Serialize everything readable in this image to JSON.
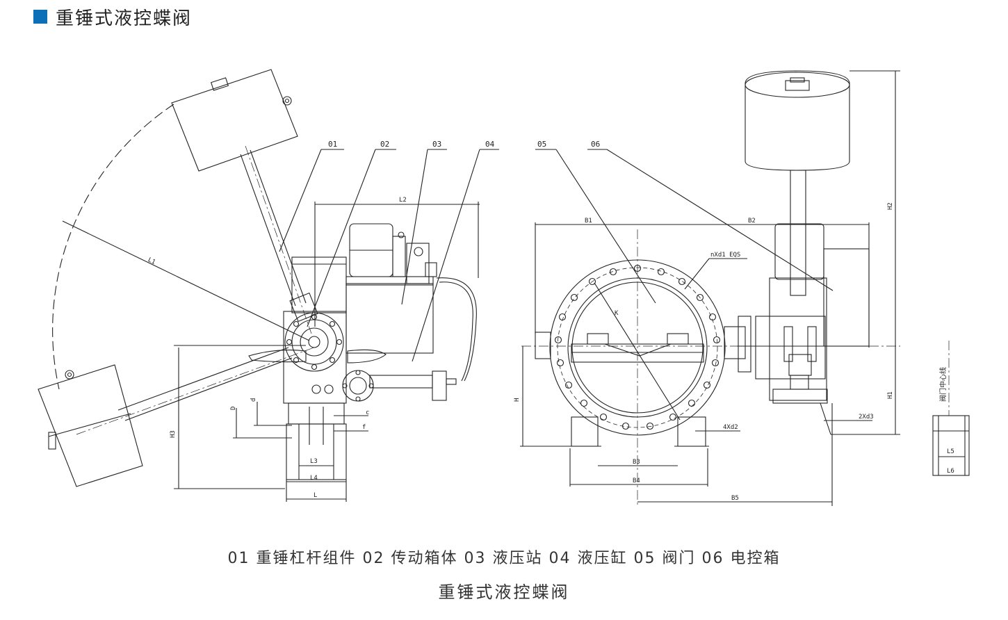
{
  "header": {
    "title": "重锤式液控蝶阀"
  },
  "callouts": [
    "01",
    "02",
    "03",
    "04",
    "05",
    "06"
  ],
  "dims": {
    "L1": "L1",
    "L2": "L2",
    "L3": "L3",
    "L4": "L4",
    "L": "L",
    "H3": "H3",
    "D": "D",
    "d": "d",
    "c": "c",
    "f": "f",
    "B1": "B1",
    "B2": "B2",
    "B3": "B3",
    "B4": "B4",
    "B5": "B5",
    "H": "H",
    "H1": "H1",
    "H2": "H2",
    "K": "K",
    "nxd1": "nXd1 EQS",
    "fourxd2": "4Xd2",
    "twoxd3": "2Xd3",
    "L5": "L5",
    "L6": "L6",
    "centerline": "阀门中心线"
  },
  "legend": "01 重锤杠杆组件 02 传动箱体 03 液压站 04 液压缸 05 阀门 06 电控箱",
  "caption": "重锤式液控蝶阀",
  "colors": {
    "accent": "#0d6fb8",
    "line": "#222222"
  }
}
